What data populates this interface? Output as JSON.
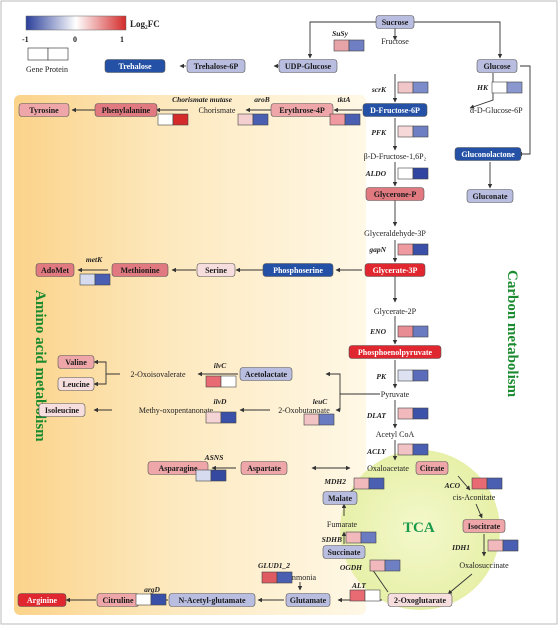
{
  "legend": {
    "title": "Log₂FC",
    "tick_min": "-1",
    "tick_mid": "0",
    "tick_max": "1",
    "columns_label": "Gene Protein",
    "color_low": "#2a3f9a",
    "color_mid": "#ffffff",
    "color_high": "#d42a2a"
  },
  "region_labels": {
    "amino": "Amino acid metabolism",
    "carbon": "Carbon metabolism",
    "tca": "TCA"
  },
  "nodes": {
    "sucrose": "Sucrose",
    "trehalose": "Trehalose",
    "trehalose6p": "Trehalose-6P",
    "udpglucose": "UDP-Glucose",
    "glucose": "Glucose",
    "dfructose6p": "D-Fructose-6P",
    "gluconolactone": "Gluconolactone",
    "gluconate": "Gluconate",
    "tyrosine": "Tyrosine",
    "phenylalanine": "Phenylalanine",
    "erythrose4p": "Erythrose-4P",
    "glycerone": "Glycerone-P",
    "glycerate3p": "Glycerate-3P",
    "phosphoserine": "Phosphoserine",
    "serine": "Serine",
    "methionine": "Methionine",
    "adomet": "AdoMet",
    "pep": "Phosphoenolpyruvate",
    "valine": "Valine",
    "leucine": "Leucine",
    "isoleucine": "Isoleucine",
    "acetolactate": "Acetolactate",
    "asparagine": "Asparagine",
    "aspartate": "Aspartate",
    "citrate": "Citrate",
    "malate": "Malate",
    "isocitrate": "Isocitrate",
    "succinate": "Succinate",
    "glutamate": "Glutamate",
    "nacetylglutamate": "N-Acetyl-glutamate",
    "citruline": "Citruline",
    "arginine": "Arginine",
    "oxoglutarate": "2-Oxoglutarate"
  },
  "plain_labels": {
    "fructose": "Fructose",
    "aglucose6p": "α-D-Glucose-6P",
    "chorismate": "Chorismate",
    "bfructose16p": "β-D-Fructose-1,6P₂",
    "glyceraldehyde3p": "Glyceraldehyde-3P",
    "glycerate2p": "Glycerate-2P",
    "oxoisovalerate": "2-Oxoisovalerate",
    "methyoxopentanonate": "Methy-oxopentanonate",
    "oxobutanoate": "2-Oxobutanoate",
    "pyruvate": "Pyruvate",
    "acetylcoa": "Acetyl CoA",
    "oxaloacetate": "Oxaloacetate",
    "cisaconitate": "cis-Aconitate",
    "fumarate": "Fumarate",
    "ammonia": "Ammonia",
    "oxalosuccinate": "Oxalosuccinate"
  },
  "genes": {
    "susy": "SuSy",
    "scrk": "scrK",
    "hk": "HK",
    "chorismate_mutase": "Chorismate mutase",
    "arob": "aroB",
    "tkta": "tktA",
    "pfk": "PFK",
    "aldo": "ALDO",
    "gapn": "gapN",
    "metk": "metK",
    "eno": "ENO",
    "ilvc": "ilvC",
    "ilvd": "ilvD",
    "leuc": "leuC",
    "pk": "PK",
    "dlat": "DLAT",
    "acly": "ACLY",
    "asns": "ASNS",
    "mdh2": "MDH2",
    "aco": "ACO",
    "sdhb": "SDHB",
    "idh1": "IDH1",
    "ogdh": "OGDH",
    "glud12": "GLUD1_2",
    "argd": "argD",
    "alt": "ALT"
  },
  "expression": {
    "susy": [
      "#e7a4a8",
      "#6f7fc4"
    ],
    "scrk": [
      "#f1c6c8",
      "#7c8ccb"
    ],
    "hk": [
      "#ffffff",
      "#8b98cf"
    ],
    "chorismate_mutase": [
      "#ffffff",
      "#d42a2a"
    ],
    "arob": [
      "#f3cfd0",
      "#4a5fb2"
    ],
    "tkta": [
      "#ef9aa0",
      "#4a5fb2"
    ],
    "pfk": [
      "#f6d8d9",
      "#6e80c3"
    ],
    "aldo": [
      "#ffffff",
      "#2f45a0"
    ],
    "gapn": [
      "#ef9aa0",
      "#3a50a8"
    ],
    "metk": [
      "#d6dbef",
      "#4a5fb2"
    ],
    "eno": [
      "#e88d94",
      "#6a7bc1"
    ],
    "ilvc": [
      "#e86a72",
      "#ffffff"
    ],
    "ilvd": [
      "#f5d4d6",
      "#3a50a8"
    ],
    "leuc": [
      "#f2c3c5",
      "#6a7bc1"
    ],
    "pk": [
      "#dde1f1",
      "#5a6cba"
    ],
    "dlat": [
      "#f1b9bc",
      "#3d52a9"
    ],
    "acly": [
      "#f2c3c5",
      "#4a5fb2"
    ],
    "asns": [
      "#d6dbef",
      "#34499f"
    ],
    "mdh2": [
      "#f1b9bc",
      "#4a5fb2"
    ],
    "aco": [
      "#e86a72",
      "#4a5fb2"
    ],
    "sdhb": [
      "#f1b9bc",
      "#6a7bc1"
    ],
    "idh1": [
      "#f1b9bc",
      "#4a5fb2"
    ],
    "ogdh": [
      "#f1b9bc",
      "#6e80c3"
    ],
    "glud12": [
      "#e05a62",
      "#4a5fb2"
    ],
    "argd": [
      "#ffffff",
      "#3a50a8"
    ],
    "alt": [
      "#e86a72",
      "#ffffff"
    ]
  },
  "node_colors": {
    "dark_blue": "#2451a6",
    "light_blue": "#b9bde0",
    "pale_red": "#eea6a8",
    "mid_red": "#e07a80",
    "bright_red": "#e0262e",
    "light_pink": "#f6dede"
  }
}
